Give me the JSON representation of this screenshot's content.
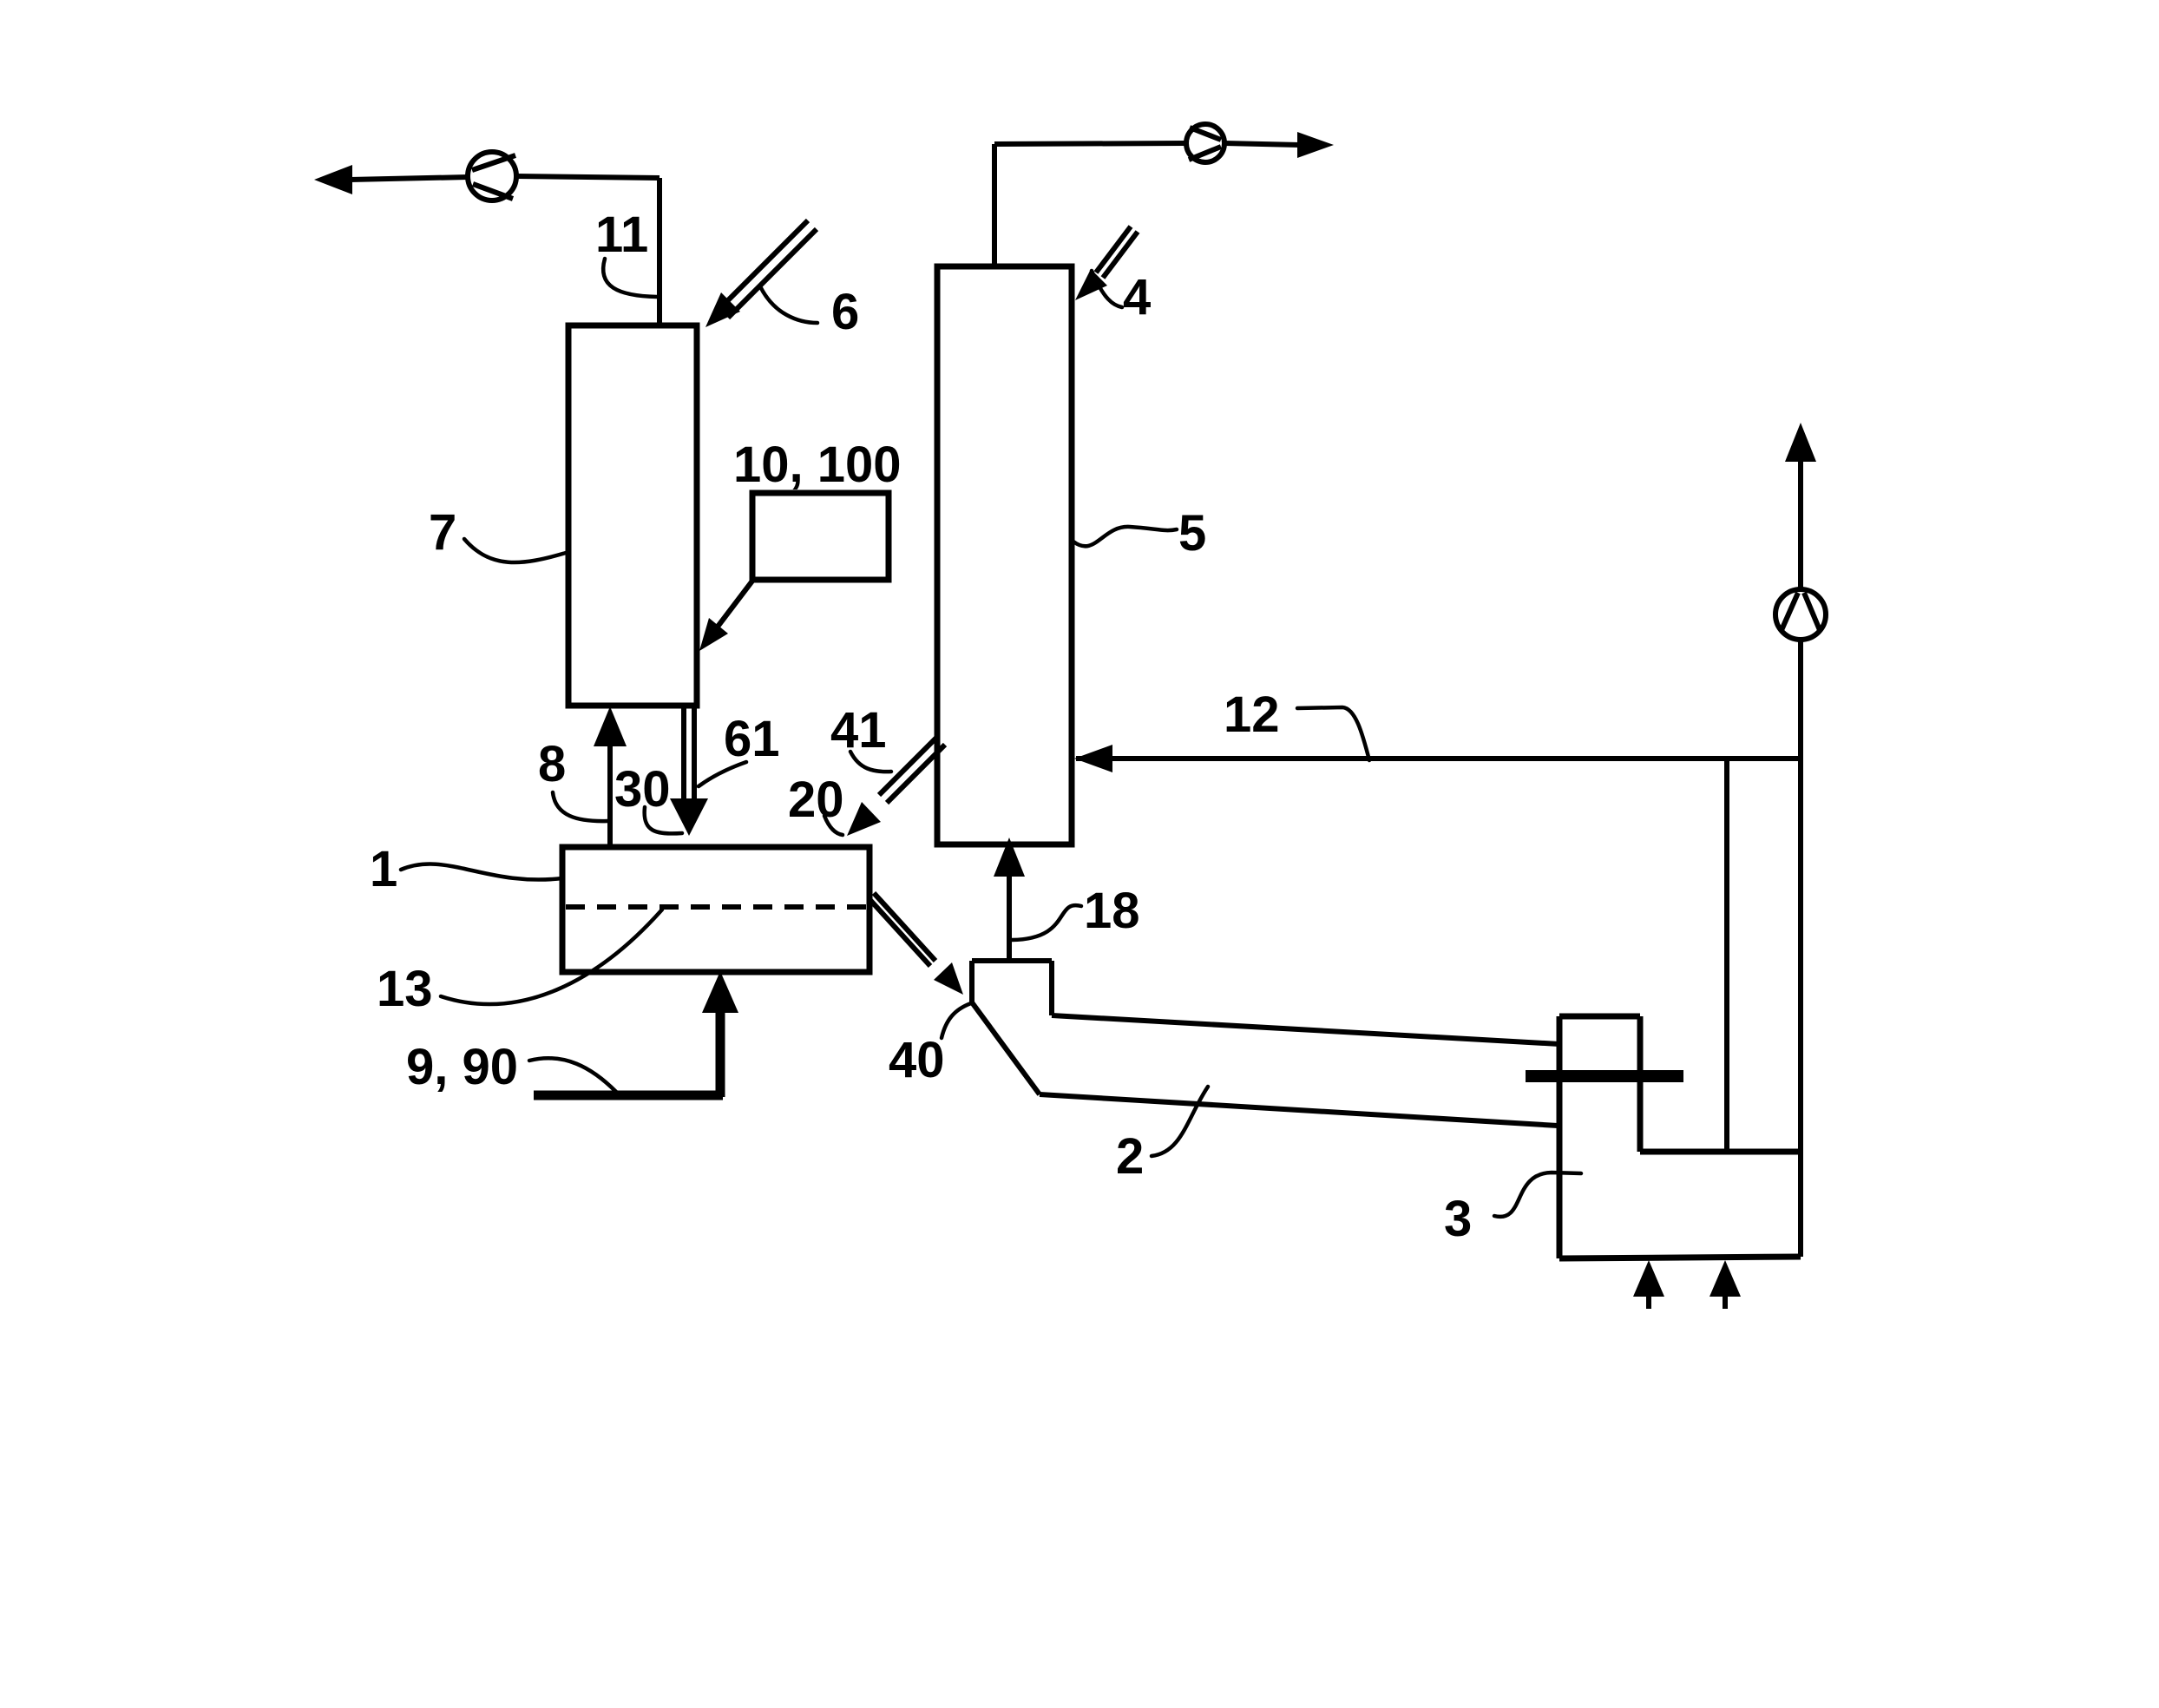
{
  "figure": {
    "background": "#ffffff",
    "line_color": "#000000",
    "labels": {
      "1": "1",
      "2": "2",
      "3": "3",
      "4": "4",
      "5": "5",
      "6": "6",
      "7": "7",
      "8": "8",
      "11": "11",
      "12": "12",
      "13": "13",
      "18": "18",
      "20": "20",
      "30": "30",
      "40": "40",
      "41": "41",
      "61": "61",
      "9_90": "9, 90",
      "10_100": "10, 100"
    },
    "icons": {
      "fan_left": "fan-icon",
      "fan_top_right": "fan-icon",
      "fan_stack": "fan-icon"
    }
  }
}
